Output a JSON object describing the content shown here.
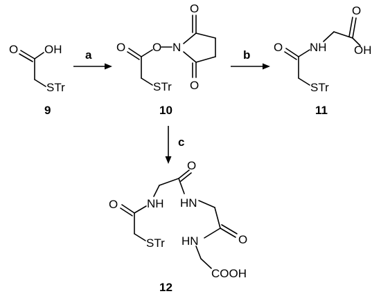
{
  "scheme": {
    "steps": {
      "a": "a",
      "b": "b",
      "c": "c"
    },
    "compounds": {
      "c9": {
        "label": "9",
        "oh": "OH",
        "o": "O",
        "str": "STr"
      },
      "c10": {
        "label": "10",
        "o_ester": "O",
        "o_link": "O",
        "n": "N",
        "o_top": "O",
        "o_bot": "O",
        "str": "STr"
      },
      "c11": {
        "label": "11",
        "o": "O",
        "nh": "NH",
        "o_acid": "O",
        "oh": "OH",
        "str": "STr"
      },
      "c12": {
        "label": "12",
        "o1": "O",
        "nh1": "NH",
        "o2": "O",
        "nh2": "HN",
        "o3": "O",
        "nh3": "HN",
        "cooh": "COOH",
        "str": "STr"
      }
    }
  }
}
